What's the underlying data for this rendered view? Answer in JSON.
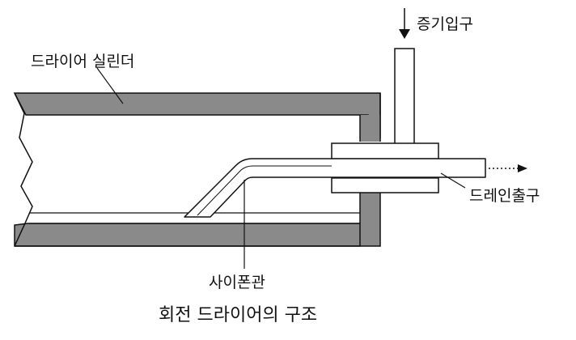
{
  "labels": {
    "cylinder": "드라이어 실린더",
    "steam_inlet": "증기입구",
    "drain_outlet": "드레인출구",
    "siphon_pipe": "사이폰관"
  },
  "caption": "회전 드라이어의 구조",
  "colors": {
    "shell": "#8a8a8a",
    "line": "#111111",
    "pipe_fill": "#ffffff",
    "background": "#ffffff"
  }
}
